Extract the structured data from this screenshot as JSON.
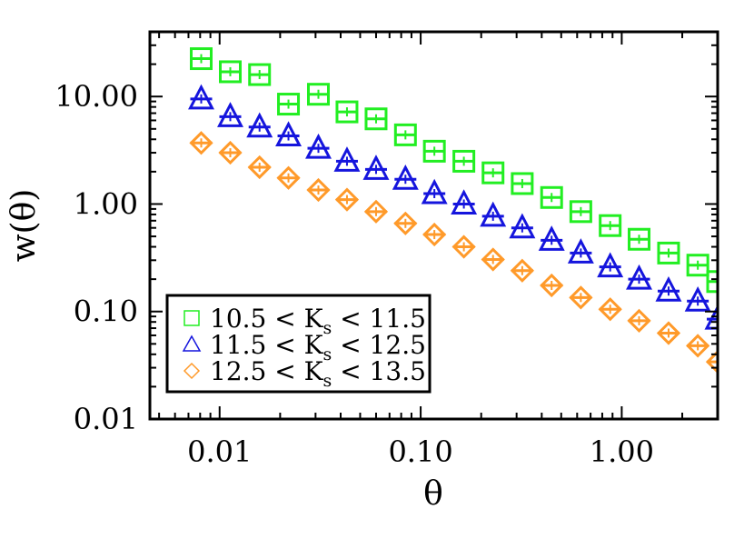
{
  "chart_data": {
    "type": "scatter",
    "xlabel": "θ",
    "ylabel": "w(θ)",
    "xscale": "log",
    "yscale": "log",
    "xlim": [
      0.0045,
      3.0
    ],
    "ylim": [
      0.01,
      40
    ],
    "x_ticks": [
      {
        "value": 0.01,
        "label": "0.01"
      },
      {
        "value": 0.1,
        "label": "0.10"
      },
      {
        "value": 1.0,
        "label": "1.00"
      }
    ],
    "y_ticks": [
      {
        "value": 0.01,
        "label": "0.01"
      },
      {
        "value": 0.1,
        "label": "0.10"
      },
      {
        "value": 1.0,
        "label": "1.00"
      },
      {
        "value": 10.0,
        "label": "10.00"
      }
    ],
    "legend_position": "bottom-left",
    "grid": false,
    "x": [
      0.0081,
      0.0113,
      0.0158,
      0.022,
      0.031,
      0.043,
      0.06,
      0.084,
      0.117,
      0.164,
      0.229,
      0.32,
      0.448,
      0.626,
      0.876,
      1.22,
      1.71,
      2.39,
      3.0
    ],
    "series": [
      {
        "name_parts": [
          "10.5 < K",
          "s",
          " < 11.5"
        ],
        "color": "#22ee22",
        "marker": "square",
        "values": [
          22.5,
          17.0,
          16.0,
          8.5,
          10.5,
          7.2,
          6.2,
          4.4,
          3.1,
          2.5,
          1.95,
          1.55,
          1.15,
          0.85,
          0.63,
          0.47,
          0.35,
          0.27,
          0.19
        ]
      },
      {
        "name_parts": [
          "11.5 < K",
          "s",
          " < 12.5"
        ],
        "color": "#1515dd",
        "marker": "triangle",
        "values": [
          9.5,
          6.5,
          5.2,
          4.3,
          3.3,
          2.5,
          2.1,
          1.7,
          1.25,
          1.0,
          0.77,
          0.6,
          0.46,
          0.35,
          0.26,
          0.2,
          0.155,
          0.125,
          0.085
        ]
      },
      {
        "name_parts": [
          "12.5 < K",
          "s",
          " < 13.5"
        ],
        "color": "#ff9a2a",
        "marker": "diamond",
        "values": [
          3.7,
          3.0,
          2.2,
          1.75,
          1.35,
          1.1,
          0.85,
          0.66,
          0.52,
          0.4,
          0.305,
          0.24,
          0.175,
          0.135,
          0.105,
          0.082,
          0.063,
          0.048,
          0.034
        ]
      }
    ]
  }
}
